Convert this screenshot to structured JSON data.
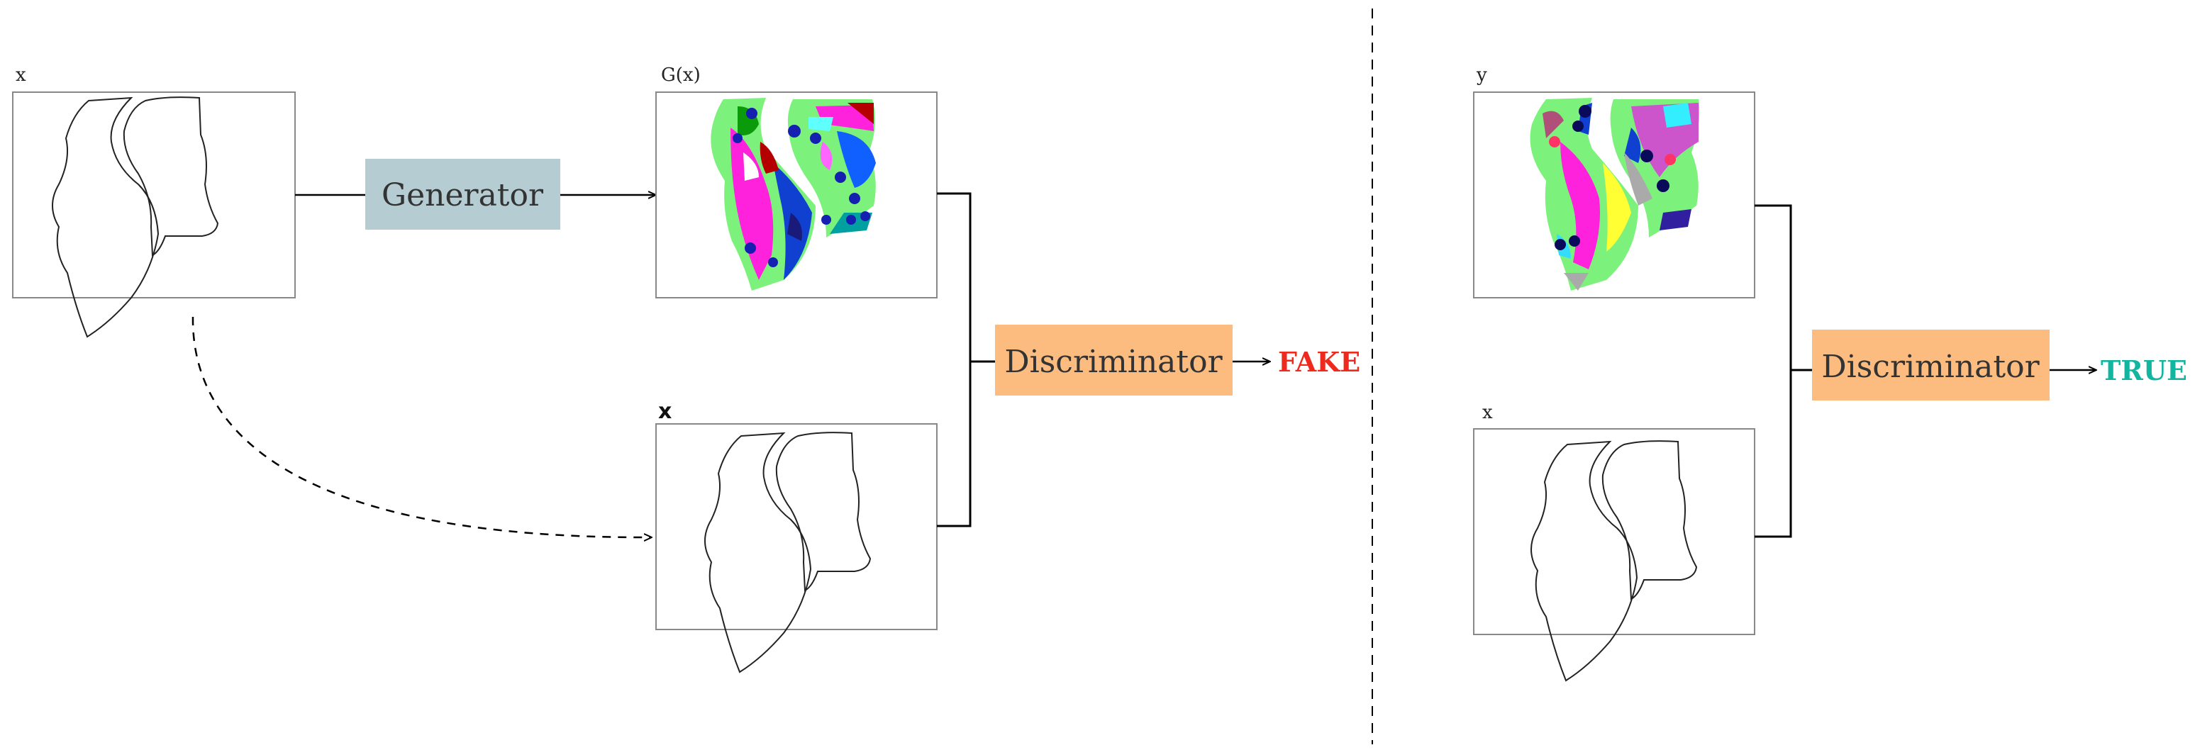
{
  "labels": {
    "input_x": "x",
    "generated": "G(x)",
    "condition_x": "x",
    "real_y": "y",
    "real_x": "x"
  },
  "blocks": {
    "generator": "Generator",
    "discriminator_fake": "Discriminator",
    "discriminator_real": "Discriminator"
  },
  "verdicts": {
    "fake": "FAKE",
    "true": "TRUE"
  },
  "colors": {
    "generator_box": "#b5cdd2",
    "discriminator_box": "#fcbc7f",
    "fake": "#ee2a1f",
    "true": "#11b5a0"
  }
}
